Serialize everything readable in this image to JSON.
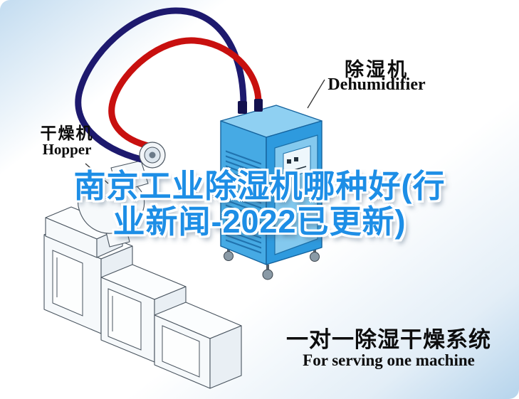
{
  "labels": {
    "dehumidifier_cn": "除湿机",
    "dehumidifier_en": "Dehumidifier",
    "hopper_cn": "干燥机",
    "hopper_en": "Hopper"
  },
  "title": {
    "line1": "南京工业除湿机哪种好(行",
    "line2": "业新闻-2022已更新)"
  },
  "caption": {
    "cn": "一对一除湿干燥系统",
    "en": "For serving one machine"
  },
  "colors": {
    "title-blue": "#1d8ee6",
    "pipe-red": "#c8100f",
    "pipe-navy": "#1d196e",
    "bg-blue": "#c3dcf0",
    "dh-top": "#8fd0f2",
    "dh-left": "#46aae4",
    "dh-right": "#2e9ade",
    "dh-door": "#84c9ee",
    "dh-edge": "#15639e"
  }
}
